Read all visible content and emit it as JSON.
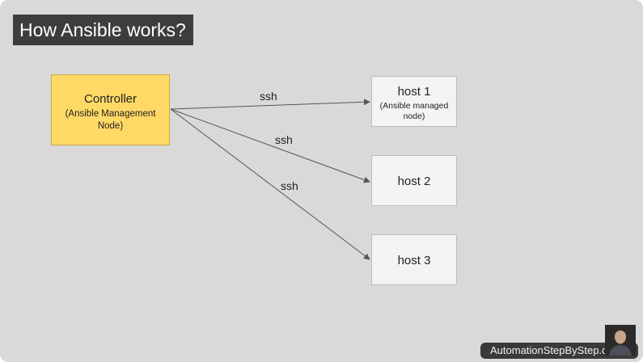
{
  "slide": {
    "title": "How Ansible works?"
  },
  "diagram": {
    "controller": {
      "name": "Controller",
      "subtitle": "(Ansible Management Node)"
    },
    "hosts": [
      {
        "name": "host 1",
        "subtitle": "(Ansible managed node)"
      },
      {
        "name": "host 2"
      },
      {
        "name": "host 3"
      }
    ],
    "edges": [
      {
        "from": "Controller",
        "to": "host 1",
        "label": "ssh"
      },
      {
        "from": "Controller",
        "to": "host 2",
        "label": "ssh"
      },
      {
        "from": "Controller",
        "to": "host 3",
        "label": "ssh"
      }
    ],
    "colors": {
      "background": "#d9d9d9",
      "controller_fill": "#ffd966",
      "host_fill": "#f3f3f3",
      "title_fill": "#3d3d3d",
      "edge": "#555555"
    }
  },
  "overlay": {
    "watermark": "AutomationStepByStep.com",
    "presenter_icon": "presenter-webcam-icon"
  }
}
